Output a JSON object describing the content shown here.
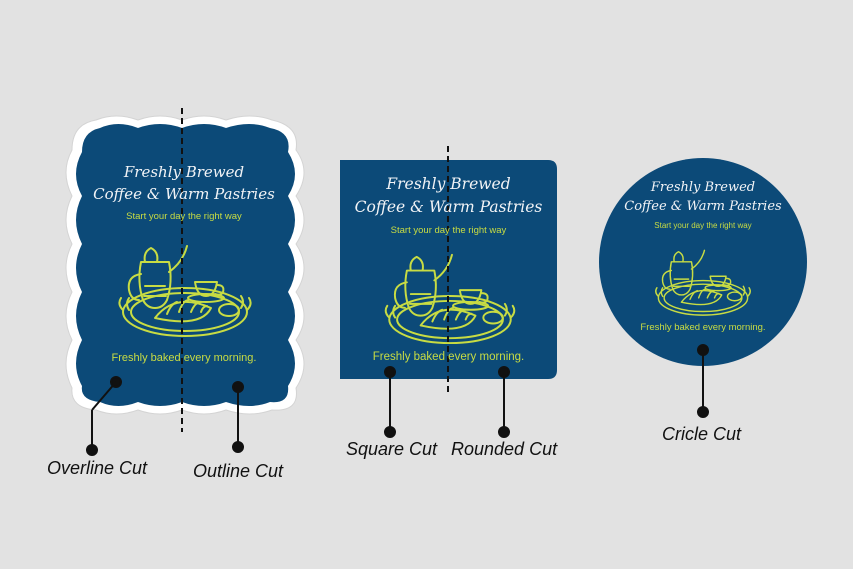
{
  "colors": {
    "background": "#e2e2e2",
    "sticker_blue": "#0c4a78",
    "title_text": "#f1f3f6",
    "accent_lime": "#c8dc43",
    "border_white": "#ffffff",
    "line_black": "#111111"
  },
  "sticker": {
    "title_line1": "Freshly Brewed",
    "title_line2": "Coffee & Warm Pastries",
    "subtitle": "Start your day the right way",
    "footer": "Freshly baked every morning.",
    "illustration": "coffee-pot-and-croissant-tray-icon"
  },
  "labels": {
    "overline_cut": "Overline Cut",
    "outline_cut": "Outline Cut",
    "square_cut": "Square Cut",
    "rounded_cut": "Rounded Cut",
    "circle_cut": "Cricle Cut"
  }
}
